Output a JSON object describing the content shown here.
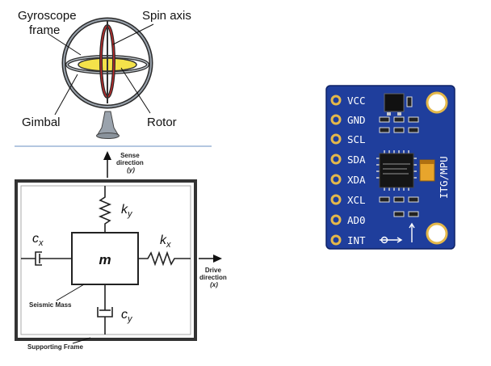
{
  "gyroscope": {
    "labels": {
      "frame": "Gyroscope frame",
      "spin_axis": "Spin axis",
      "gimbal": "Gimbal",
      "rotor": "Rotor"
    }
  },
  "mems_model": {
    "sense_direction": {
      "line1": "Sense",
      "line2": "direction",
      "line3": "(y)"
    },
    "drive_direction": {
      "line1": "Drive",
      "line2": "direction",
      "line3": "(x)"
    },
    "mass": "m",
    "spring_y": "k",
    "spring_y_sub": "y",
    "spring_x": "k",
    "spring_x_sub": "x",
    "damper_x": "c",
    "damper_x_sub": "x",
    "damper_y": "c",
    "damper_y_sub": "y",
    "seismic_mass": "Seismic Mass",
    "supporting_frame": "Supporting Frame"
  },
  "module": {
    "board_color": "#1f3e9c",
    "pins": [
      "VCC",
      "GND",
      "SCL",
      "SDA",
      "XDA",
      "XCL",
      "AD0",
      "INT"
    ],
    "side_label": "ITG/MPU"
  }
}
